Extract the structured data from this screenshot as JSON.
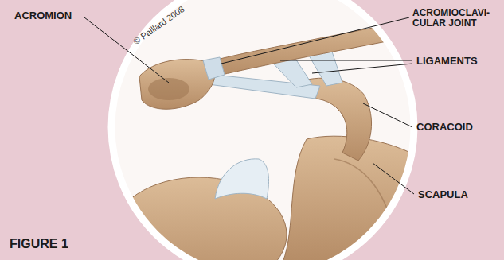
{
  "diagram": {
    "labels": [
      "© Paillard 2008",
      "ACROMION",
      "ACROMIOCLAVI- CULAR JOINT",
      "LIGAMENTS",
      "CORACOID",
      "SCAPULA",
      "FIGURE 1"
    ]
  }
}
